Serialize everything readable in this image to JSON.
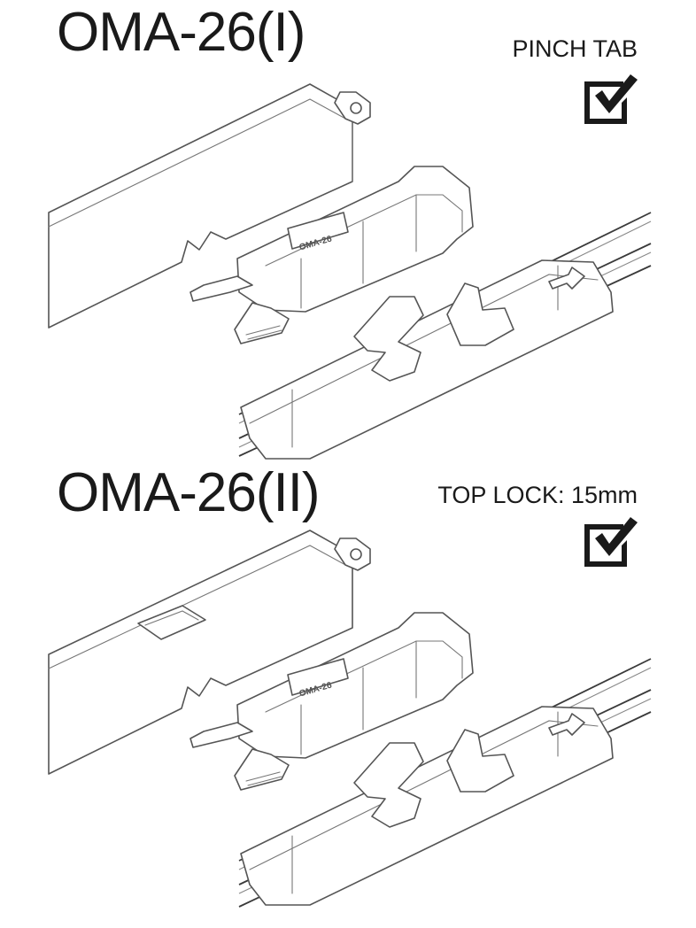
{
  "sections": [
    {
      "model": "OMA-26(I)",
      "feature": "PINCH TAB",
      "check_icon": "checked-box-icon",
      "adapter_label": "OMA-26"
    },
    {
      "model": "OMA-26(II)",
      "feature": "TOP LOCK: 15mm",
      "check_icon": "checked-box-icon",
      "adapter_label": "OMA-26"
    }
  ],
  "colors": {
    "text": "#1a1a1a",
    "line": "#555555",
    "background": "#ffffff"
  }
}
